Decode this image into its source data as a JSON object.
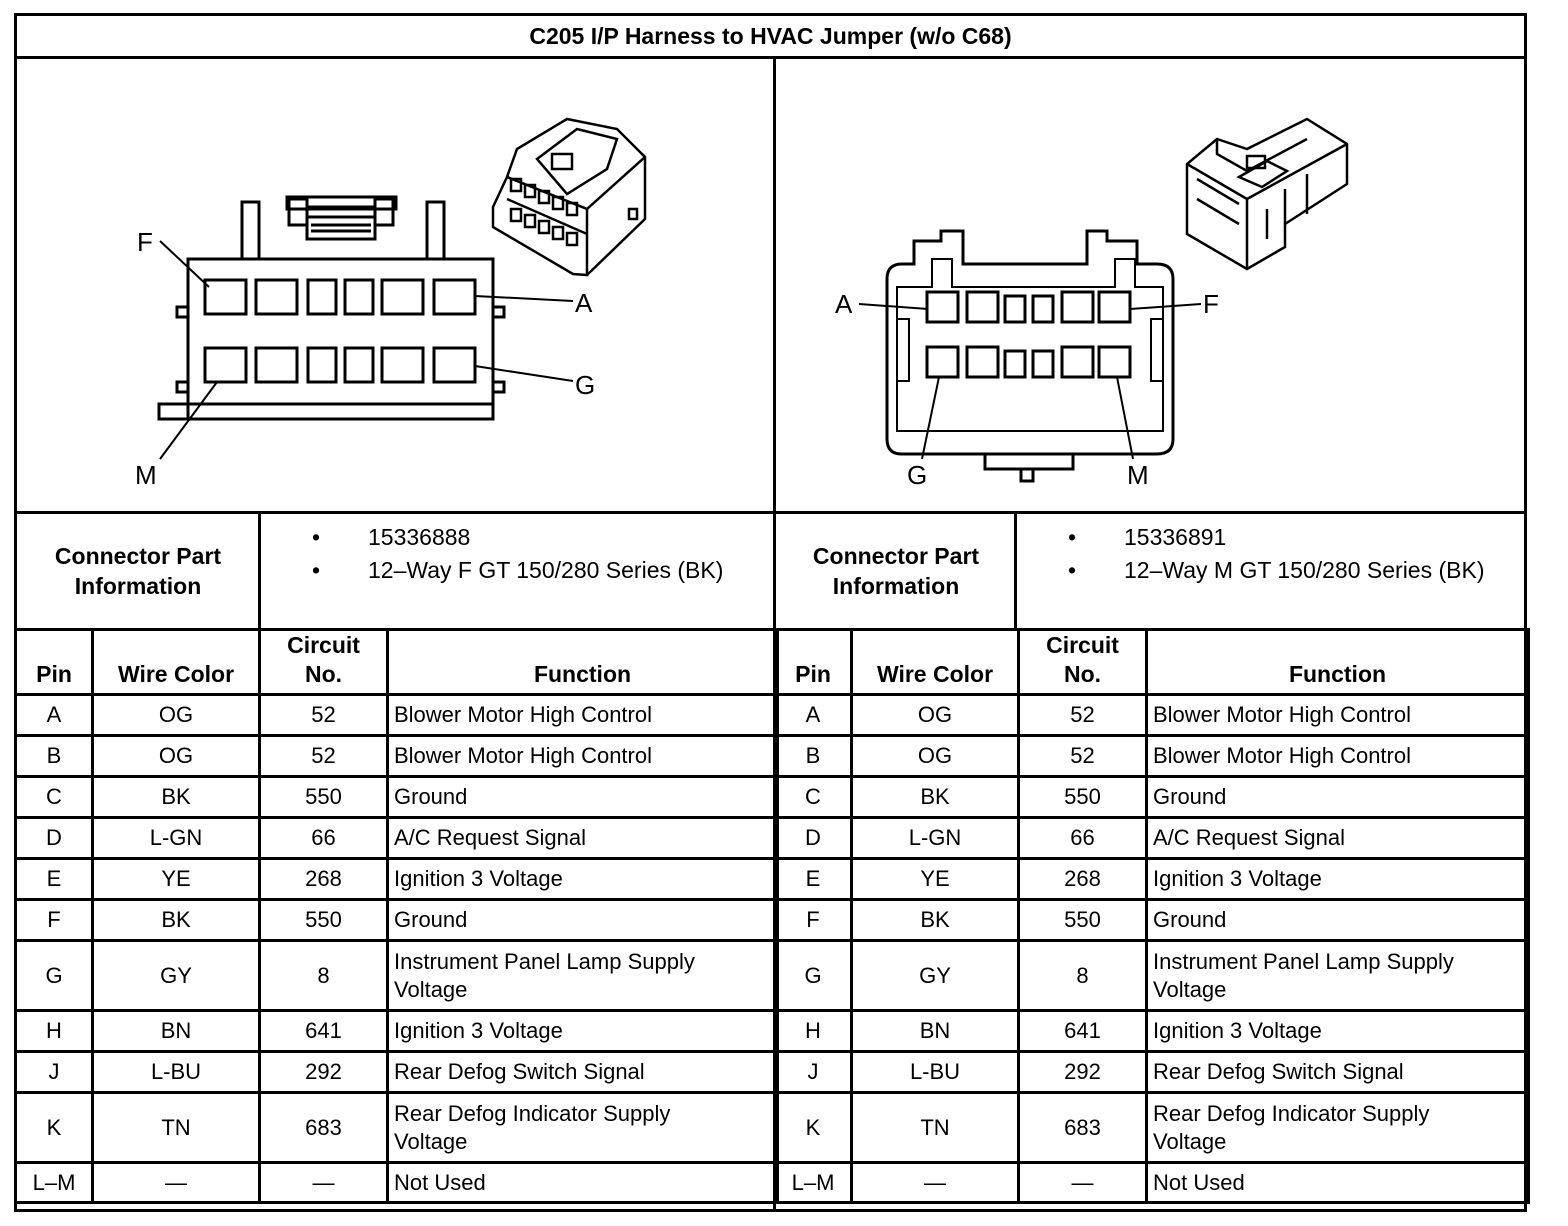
{
  "title": "C205 I/P Harness to HVAC Jumper (w/o C68)",
  "left_connector": {
    "labels": {
      "F": "F",
      "A": "A",
      "G": "G",
      "M": "M"
    },
    "cpi_label_line1": "Connector Part",
    "cpi_label_line2": "Information",
    "part_info": [
      "15336888",
      "12–Way F GT 150/280 Series (BK)"
    ]
  },
  "right_connector": {
    "labels": {
      "A": "A",
      "F": "F",
      "G": "G",
      "M": "M"
    },
    "cpi_label_line1": "Connector Part",
    "cpi_label_line2": "Information",
    "part_info": [
      "15336891",
      "12–Way M GT 150/280 Series (BK)"
    ]
  },
  "table_headers": {
    "pin": "Pin",
    "wire_color": "Wire Color",
    "circuit_line1": "Circuit",
    "circuit_line2": "No.",
    "function": "Function"
  },
  "rows": [
    {
      "pin": "A",
      "color": "OG",
      "circuit": "52",
      "fn1": "Blower Motor High Control",
      "fn2": ""
    },
    {
      "pin": "B",
      "color": "OG",
      "circuit": "52",
      "fn1": "Blower Motor High Control",
      "fn2": ""
    },
    {
      "pin": "C",
      "color": "BK",
      "circuit": "550",
      "fn1": "Ground",
      "fn2": ""
    },
    {
      "pin": "D",
      "color": "L-GN",
      "circuit": "66",
      "fn1": "A/C Request Signal",
      "fn2": ""
    },
    {
      "pin": "E",
      "color": "YE",
      "circuit": "268",
      "fn1": "Ignition 3 Voltage",
      "fn2": ""
    },
    {
      "pin": "F",
      "color": "BK",
      "circuit": "550",
      "fn1": "Ground",
      "fn2": ""
    },
    {
      "pin": "G",
      "color": "GY",
      "circuit": "8",
      "fn1": "Instrument Panel Lamp Supply",
      "fn2": "Voltage"
    },
    {
      "pin": "H",
      "color": "BN",
      "circuit": "641",
      "fn1": "Ignition 3 Voltage",
      "fn2": ""
    },
    {
      "pin": "J",
      "color": "L-BU",
      "circuit": "292",
      "fn1": "Rear Defog Switch Signal",
      "fn2": ""
    },
    {
      "pin": "K",
      "color": "TN",
      "circuit": "683",
      "fn1": "Rear Defog Indicator Supply",
      "fn2": "Voltage"
    },
    {
      "pin": "L–M",
      "color": "—",
      "circuit": "—",
      "fn1": "Not Used",
      "fn2": ""
    }
  ]
}
